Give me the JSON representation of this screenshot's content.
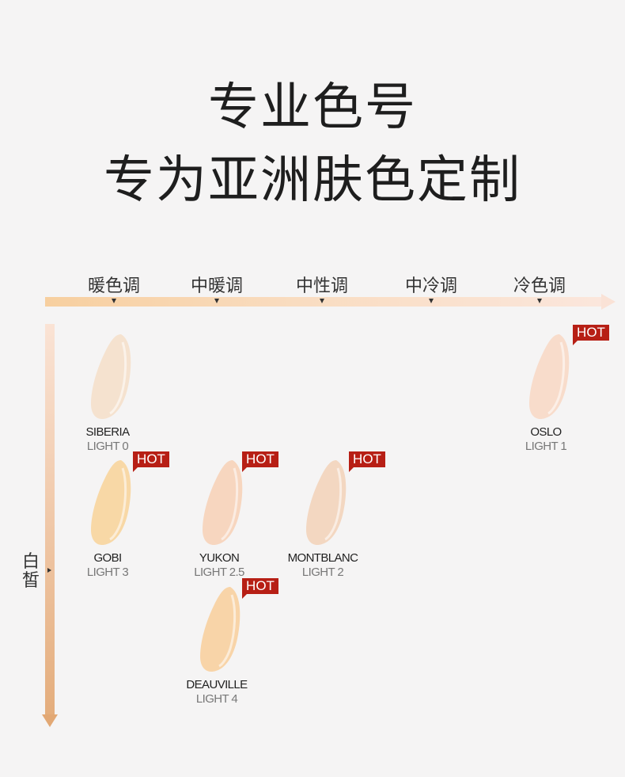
{
  "title": {
    "line1": "专业色号",
    "line2": "专为亚洲肤色定制"
  },
  "tone_axis": {
    "labels": [
      "暖色调",
      "中暖调",
      "中性调",
      "中冷调",
      "冷色调"
    ]
  },
  "depth_axis": {
    "label": "白皙"
  },
  "hot_label": "HOT",
  "swatches": [
    {
      "name": "SIBERIA",
      "shade": "LIGHT 0",
      "hot": false,
      "color": "#f5e2cf"
    },
    {
      "name": "OSLO",
      "shade": "LIGHT 1",
      "hot": true,
      "color": "#f8dccb"
    },
    {
      "name": "GOBI",
      "shade": "LIGHT 3",
      "hot": true,
      "color": "#f8d8a6"
    },
    {
      "name": "YUKON",
      "shade": "LIGHT 2.5",
      "hot": true,
      "color": "#f7d6bf"
    },
    {
      "name": "MONTBLANC",
      "shade": "LIGHT 2",
      "hot": true,
      "color": "#f3d7c1"
    },
    {
      "name": "DEAUVILLE",
      "shade": "LIGHT 4",
      "hot": true,
      "color": "#f8d4a8"
    }
  ],
  "colors": {
    "hot_badge": "#b71f15",
    "title": "#1e1e1e",
    "background": "#f5f4f4"
  }
}
